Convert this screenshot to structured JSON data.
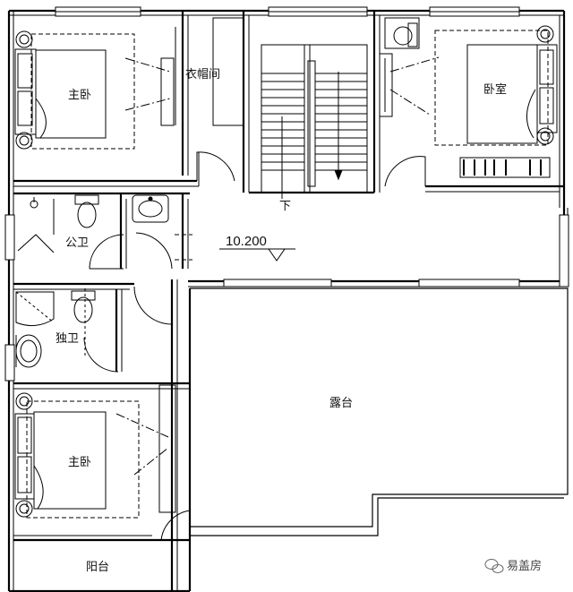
{
  "plan": {
    "rooms": {
      "master_bedroom_top": "主卧",
      "walk_in_closet": "衣帽间",
      "bedroom": "卧室",
      "public_bathroom": "公卫",
      "private_bathroom": "独卫",
      "terrace": "露台",
      "master_bedroom_bottom": "主卧",
      "balcony": "阳台"
    },
    "stair_down_label": "下",
    "level_mark": "10.200",
    "watermark": "易盖房"
  }
}
